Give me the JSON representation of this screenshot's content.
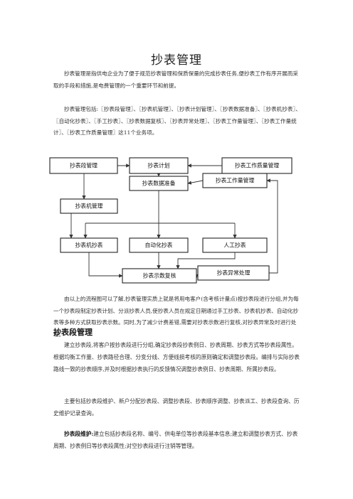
{
  "title": "抄表管理",
  "intro": [
    "抄表管理是指供电企业为了便于规范抄表管理和保质保量的完成抄表任务,便抄表工作有序开展而采取的手段和措施,是电费管理的一个重要环节和前提。",
    "抄表管理包括:〖抄表段管理〗、〖抄表机管理〗、〖抄表计划管理〗、〖抄表数据准备〗、〖抄表机抄表〗、〖自动化抄表〗、〖手工抄表〗、〖抄表数据复核〗、〖抄表异常处理〗、〖抄表工作量管理〗、〖抄表工作量统计〗、〖抄表工作质量管理〗这11个业务项。"
  ],
  "flowchart": {
    "nodes": [
      {
        "id": "segment",
        "label": "抄表段管理"
      },
      {
        "id": "plan",
        "label": "抄表计划"
      },
      {
        "id": "quality",
        "label": "抄表工作质量管理"
      },
      {
        "id": "device",
        "label": "抄表机管理"
      },
      {
        "id": "prep",
        "label": "抄表数据准备"
      },
      {
        "id": "workload",
        "label": "抄表工作量管理"
      },
      {
        "id": "machine",
        "label": "抄表机抄表"
      },
      {
        "id": "auto",
        "label": "自动化抄表"
      },
      {
        "id": "manual",
        "label": "人工抄表"
      },
      {
        "id": "review",
        "label": "抄表示数复核"
      },
      {
        "id": "exception",
        "label": "抄表异常处理"
      }
    ]
  },
  "after_chart": "由以上的流程图可以了解,抄表管理实质上就是将用电客户(含考核计量点)按抄表段进行分组,并为每一个抄表段制定抄表计划、分派抄表人员,使抄表人员在规定日期通过手工抄表、抄表机抄表、自动化抄表等多种方式获取抄表示数。同时,为了减少计费差错,需要对抄表示数进行复核,对抄表异常及时进行处理。",
  "section": {
    "heading": "抄表段管理",
    "paragraphs": [
      "建立抄表段,将客户按抄表段进行分组,确定抄表段抄表例日、抄表周期、抄表方式等抄表段属性。根据均衡工作量、抄表路径合理、分变分线、方便线损考核的原则确定和调整抄表段。编排与实际抄表路线一致的抄表顺序,并及时根据抄表执行的反馈情况调整抄表例日、抄表周期、所属抄表段。",
      "主要包括抄表段维护、新户分配抄表段、调整抄表段、抄表顺序调整、抄表派工、抄表段查询、历史维护记录查询。"
    ],
    "item_lead": "抄表段维护:",
    "item_text": "建立包括抄表段名称、编号、供电单位等抄表段基本信息;建立和调整抄表方式、抄表周期、抄表例日等抄表段属性;对空抄表段进行注销等管理。"
  }
}
